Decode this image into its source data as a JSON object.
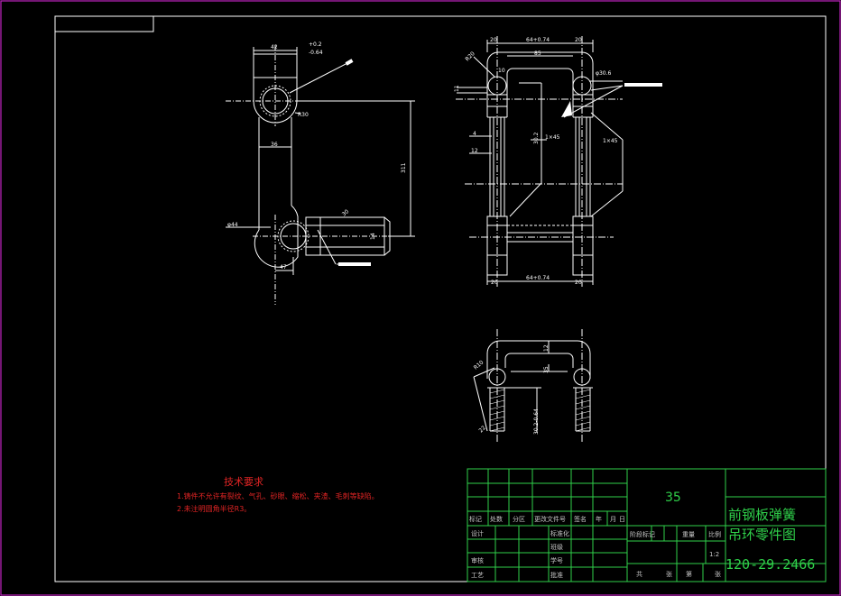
{
  "colors": {
    "background": "#000000",
    "outer_frame": "#c026c0",
    "line": "#ffffff",
    "title_grid": "#2fd04a",
    "requirements_text": "#e02424",
    "title_text": "#2fd04a"
  },
  "requirements": {
    "heading": "技术要求",
    "line1": "1.铸件不允许有裂纹、气孔、砂眼、缩松、夹渣、毛刺等缺陷。",
    "line2": "2.未注明圆角半径R3。"
  },
  "title_block": {
    "material": "35",
    "drawing_name_1": "前钢板弹簧",
    "drawing_name_2": "吊环零件图",
    "drawing_number": "120-29.2466",
    "scale": "1:2",
    "rev_headers": [
      "标记",
      "处数",
      "分区",
      "更改文件号",
      "签名",
      "年",
      "月",
      "日"
    ],
    "role_design": "设计",
    "role_standardize": "标准化",
    "role_review": "审核",
    "role_process": "工艺",
    "role_approve": "批准",
    "stage_label": "阶段标记",
    "weight_label": "重量",
    "scale_label": "比例",
    "sheet_total": "共",
    "sheet_label": "张",
    "sheet_num": "第",
    "sheet_label2": "张",
    "extra_cell_1": "班级",
    "extra_cell_2": "学号"
  },
  "dims": {
    "side_top_width": "42",
    "side_tol_upper": "+0.2",
    "side_tol_lower": "-0.64",
    "side_r": "R30",
    "side_arm_width": "36",
    "side_height": "311",
    "side_bottom_dia": "φ44",
    "side_bottom_off": "47",
    "side_lower_dim": "30",
    "side_lower_h": "14",
    "front_top_w": "20",
    "front_top_tol": "64+0.74",
    "front_inner": "85",
    "front_r": "R20",
    "front_small": "10",
    "front_left_11": "11",
    "front_left_4": "4",
    "front_left_12": "12",
    "front_dia": "φ30.6",
    "front_chamfer": "1×45",
    "front_chamfer2": "1×45",
    "front_vert": "30.2",
    "front_bottom_w": "20",
    "front_bottom_tol": "64+0.74",
    "bot_r": "R10",
    "bot_12": "12",
    "bot_35": "35",
    "bot_vert": "30.2-0.64",
    "bot_22": "22"
  }
}
